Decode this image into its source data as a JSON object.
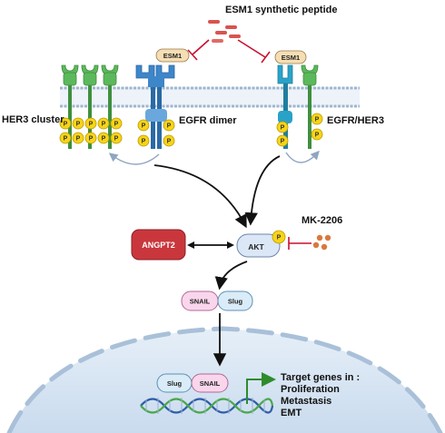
{
  "peptide_label": "ESM1 synthetic peptide",
  "esm1_left": "ESM1",
  "esm1_right": "ESM1",
  "her3_cluster_label": "HER3 cluster",
  "egfr_dimer_label": "EGFR dimer",
  "egfr_her3_label": "EGFR/HER3",
  "phospho_label": "P",
  "akt_label": "AKT",
  "angpt2_label": "ANGPT2",
  "mk_label": "MK-2206",
  "snail_label": "SNAIL",
  "slug_label": "Slug",
  "target_title": "Target genes in :",
  "targets": [
    "Proliferation",
    "Metastasis",
    "EMT"
  ],
  "colors": {
    "her3_green": "#5cb85c",
    "egfr_blue": "#3d86c9",
    "esm1_fill": "#f5deb3",
    "inhibit_red": "#c8102e",
    "phospho_yellow": "#f7d417",
    "angpt2_red": "#c9373d",
    "akt_fill": "#dbe7f7",
    "snail_fill": "#f9d6ec",
    "slug_fill": "#d9ecf7",
    "membrane": "#a9c0d8",
    "nucleus": "#dbe8f4",
    "dna_blue": "#2f5ea8",
    "dna_green": "#4aa84a"
  }
}
